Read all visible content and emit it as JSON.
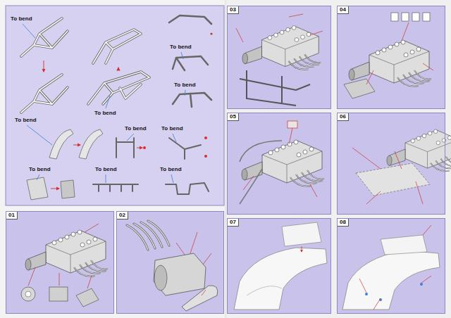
{
  "diagram": {
    "nodes": [
      {
        "text": [
          "01"
        ]
      },
      {
        "text": [
          "02"
        ]
      },
      {
        "text": [
          "03"
        ]
      },
      {
        "text": [
          "04"
        ]
      },
      {
        "text": [
          "05"
        ]
      },
      {
        "text": [
          "06"
        ]
      },
      {
        "text": [
          "07"
        ]
      },
      {
        "text": [
          "08"
        ]
      }
    ],
    "labels": [
      "To bend",
      "To bend",
      "To bend",
      "To bend",
      "To bend",
      "To bend",
      "To bend",
      "To bend",
      "To bend",
      "To bend"
    ]
  }
}
